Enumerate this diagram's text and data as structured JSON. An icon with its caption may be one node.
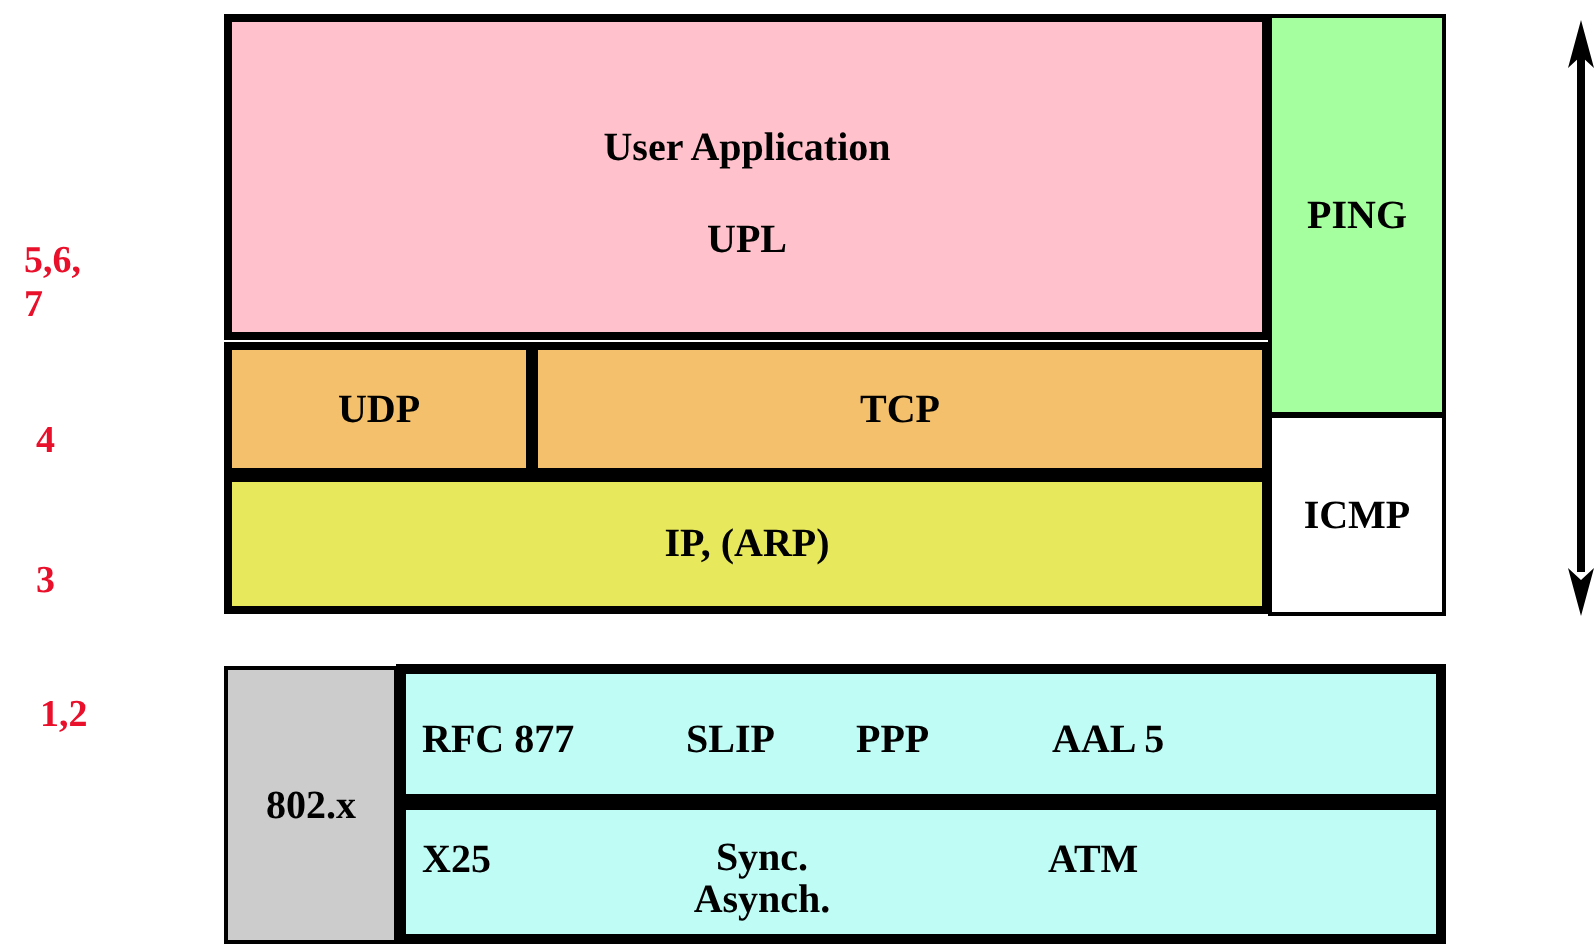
{
  "diagram": {
    "nodes": [
      {
        "text": [
          "User Application",
          "UPL"
        ]
      },
      {
        "text": [
          "PING"
        ]
      },
      {
        "text": [
          "UDP"
        ]
      },
      {
        "text": [
          "TCP"
        ]
      },
      {
        "text": [
          "ICMP"
        ]
      },
      {
        "text": [
          "IP, (ARP)"
        ]
      },
      {
        "text": [
          "802.x"
        ]
      },
      {
        "text": [
          "RFC 877",
          "SLIP",
          "PPP",
          "AAL 5"
        ]
      },
      {
        "text": [
          "X25",
          "Sync. Asynch.",
          "ATM"
        ]
      }
    ],
    "labels": [
      "5,6, 7",
      "4",
      "3",
      "1,2"
    ]
  }
}
